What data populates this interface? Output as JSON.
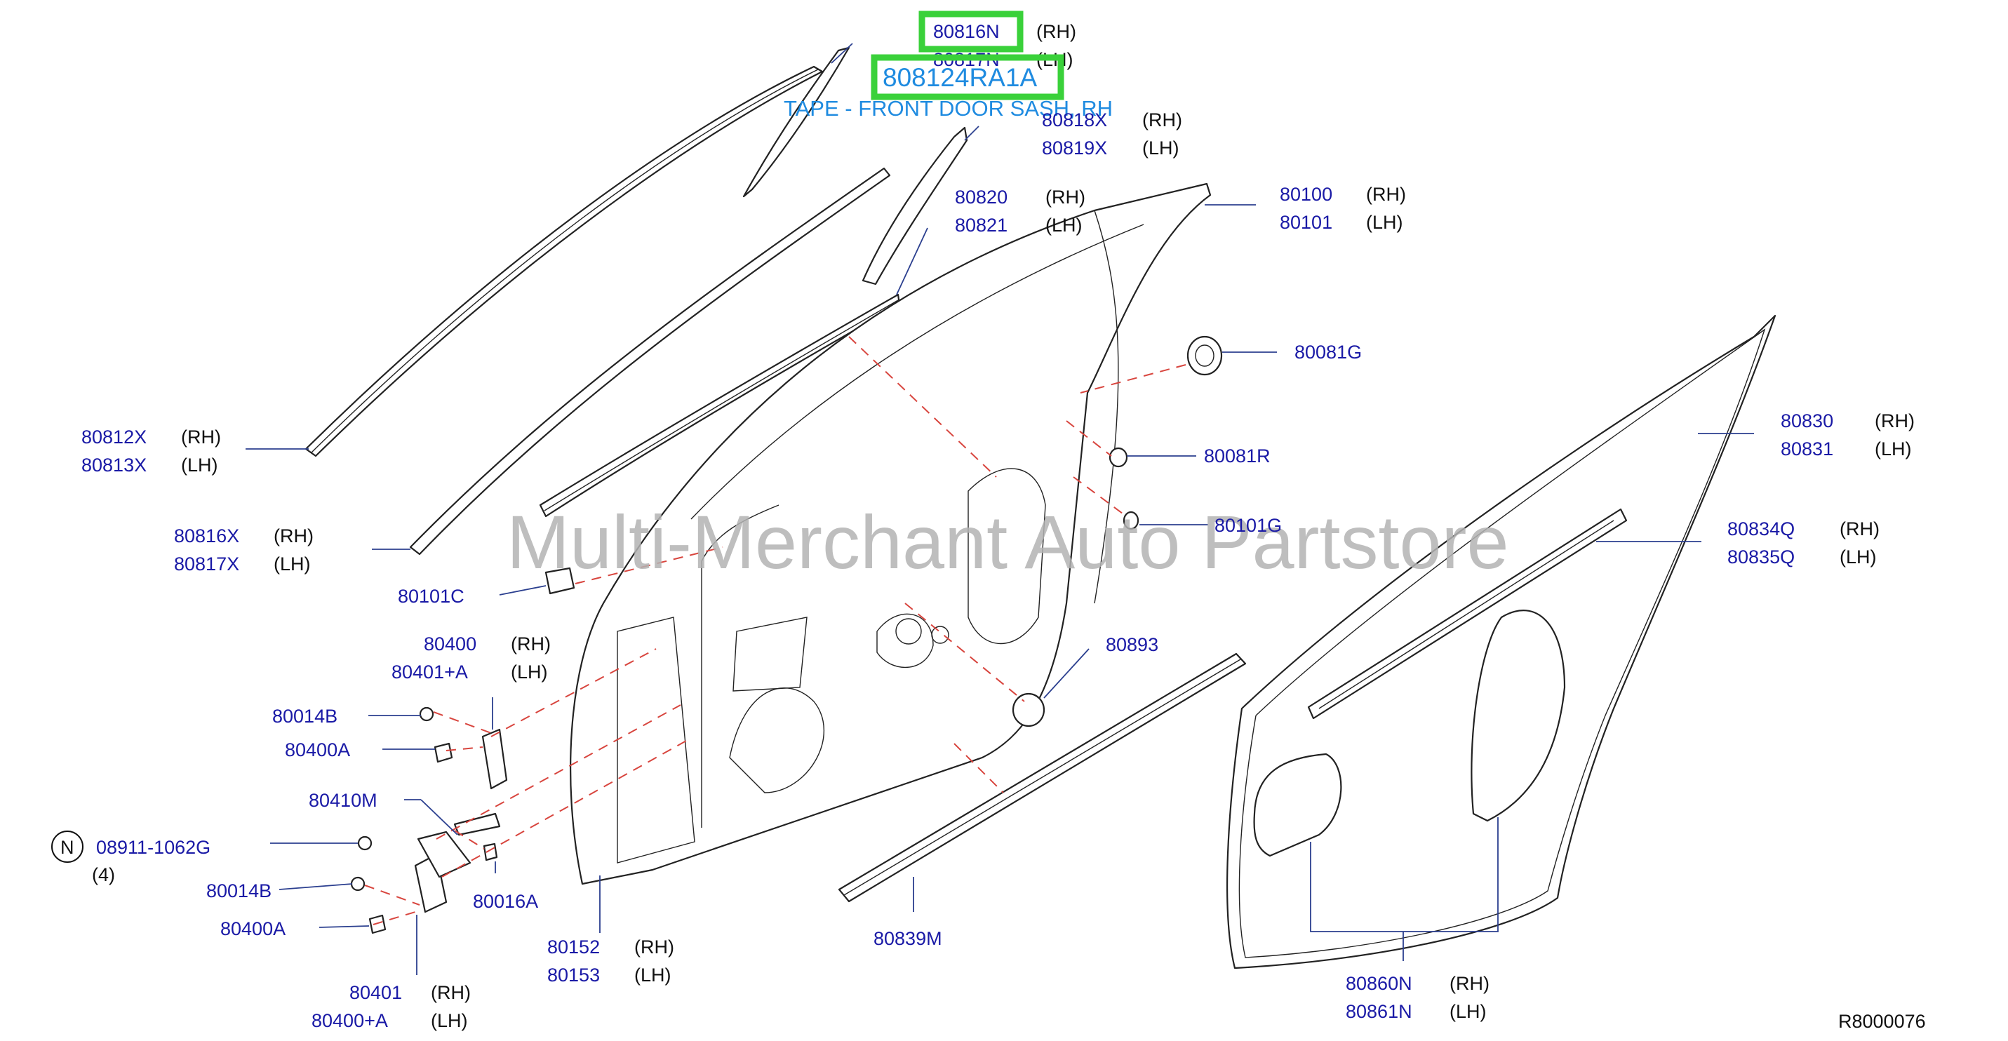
{
  "watermark": "Multi-Merchant Auto Partstore",
  "diagram_code": "R8000076",
  "highlight": {
    "part_number": "808124RA1A",
    "description": "TAPE - FRONT DOOR SASH, RH"
  },
  "colors": {
    "part_number_text": "#1a1aa6",
    "highlight_text": "#1f8be0",
    "highlight_box": "#3ad13a",
    "dash_line": "#d8453e",
    "watermark": "#b3b3b3"
  },
  "callouts": {
    "c80816n": {
      "a": "80816N",
      "a_side": "(RH)",
      "b": "80817N",
      "b_side": "(LH)"
    },
    "c80818x": {
      "a": "80818X",
      "a_side": "(RH)",
      "b": "80819X",
      "b_side": "(LH)"
    },
    "c80820": {
      "a": "80820",
      "a_side": "(RH)",
      "b": "80821",
      "b_side": "(LH)"
    },
    "c80100": {
      "a": "80100",
      "a_side": "(RH)",
      "b": "80101",
      "b_side": "(LH)"
    },
    "c80081g": {
      "a": "80081G"
    },
    "c80812x": {
      "a": "80812X",
      "a_side": "(RH)",
      "b": "80813X",
      "b_side": "(LH)"
    },
    "c80830": {
      "a": "80830",
      "a_side": "(RH)",
      "b": "80831",
      "b_side": "(LH)"
    },
    "c80081r": {
      "a": "80081R"
    },
    "c80816x": {
      "a": "80816X",
      "a_side": "(RH)",
      "b": "80817X",
      "b_side": "(LH)"
    },
    "c80101g": {
      "a": "80101G"
    },
    "c80834q": {
      "a": "80834Q",
      "a_side": "(RH)",
      "b": "80835Q",
      "b_side": "(LH)"
    },
    "c80101c": {
      "a": "80101C"
    },
    "c80400": {
      "a": "80400",
      "a_side": "(RH)",
      "b": "80401+A",
      "b_side": "(LH)"
    },
    "c80893": {
      "a": "80893"
    },
    "c80014b_top": {
      "a": "80014B"
    },
    "c80400a_top": {
      "a": "80400A"
    },
    "c80410m": {
      "a": "80410M"
    },
    "c08911": {
      "badge": "N",
      "a": "08911-1062G",
      "qty": "(4)"
    },
    "c80014b_bot": {
      "a": "80014B"
    },
    "c80016a": {
      "a": "80016A"
    },
    "c80400a_bot": {
      "a": "80400A"
    },
    "c80152": {
      "a": "80152",
      "a_side": "(RH)",
      "b": "80153",
      "b_side": "(LH)"
    },
    "c80839m": {
      "a": "80839M"
    },
    "c80401": {
      "a": "80401",
      "a_side": "(RH)",
      "b": "80400+A",
      "b_side": "(LH)"
    },
    "c80860n": {
      "a": "80860N",
      "a_side": "(RH)",
      "b": "80861N",
      "b_side": "(LH)"
    }
  }
}
